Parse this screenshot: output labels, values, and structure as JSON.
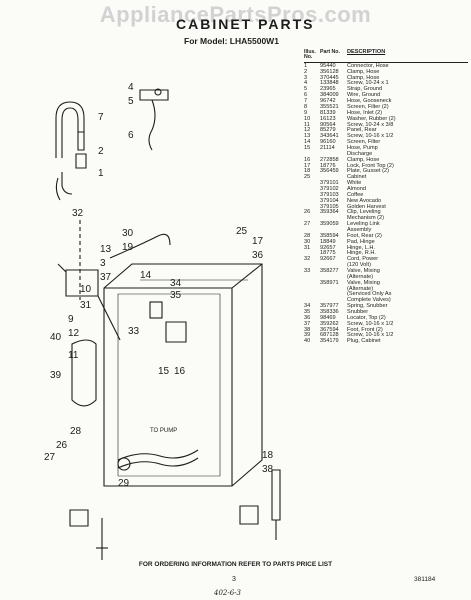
{
  "watermark": "AppliancePartsPros.com",
  "page": {
    "title": "CABINET PARTS",
    "model": "For Model: LHA5500W1",
    "footer": "FOR ORDERING INFORMATION REFER TO PARTS PRICE LIST",
    "page_number": "3",
    "doc_number": "381184",
    "handwritten": "402-6-3"
  },
  "diagram": {
    "labels": [
      "4",
      "5",
      "7",
      "6",
      "2",
      "1",
      "32",
      "30",
      "19",
      "13",
      "3",
      "37",
      "10",
      "31",
      "9",
      "12",
      "11",
      "14",
      "33",
      "34",
      "35",
      "25",
      "17",
      "36",
      "40",
      "39",
      "15",
      "16",
      "28",
      "26",
      "27",
      "29",
      "18",
      "38"
    ],
    "pump_label": "TO PUMP"
  },
  "parts_list": {
    "headers": {
      "illus": "Illus. No.",
      "part": "Part No.",
      "desc": "DESCRIPTION"
    },
    "rows": [
      {
        "n": "1",
        "p": "95440",
        "d": "Connector, Hose"
      },
      {
        "n": "2",
        "p": "356128",
        "d": "Clamp, Hose"
      },
      {
        "n": "3",
        "p": "370445",
        "d": "Clamp, Hose"
      },
      {
        "n": "4",
        "p": "133848",
        "d": "Screw, 10-24 x 1"
      },
      {
        "n": "5",
        "p": "23965",
        "d": "Strap, Ground"
      },
      {
        "n": "6",
        "p": "384009",
        "d": "Wire, Ground"
      },
      {
        "n": "7",
        "p": "96742",
        "d": "Hose, Gooseneck"
      },
      {
        "n": "8",
        "p": "355521",
        "d": "Screen, Filter (2)"
      },
      {
        "n": "9",
        "p": "81339",
        "d": "Hose, Inlet (2)"
      },
      {
        "n": "10",
        "p": "16123",
        "d": "Washer, Rubber (2)"
      },
      {
        "n": "11",
        "p": "90564",
        "d": "Screw, 10-24 x 3/8"
      },
      {
        "n": "12",
        "p": "85279",
        "d": "Panel, Rear"
      },
      {
        "n": "13",
        "p": "343641",
        "d": "Screw, 10-16 x 1/2"
      },
      {
        "n": "14",
        "p": "96160",
        "d": "Screen, Filter"
      },
      {
        "n": "15",
        "p": "21114",
        "d": "Hose, Pump"
      },
      {
        "n": "",
        "p": "",
        "d": "Discharge"
      },
      {
        "n": "16",
        "p": "272858",
        "d": "Clamp, Hose"
      },
      {
        "n": "17",
        "p": "18776",
        "d": "Lock, Front Top (2)"
      },
      {
        "n": "18",
        "p": "356459",
        "d": "Plate, Gusset (2)"
      },
      {
        "n": "25",
        "p": "",
        "d": "Cabinet"
      },
      {
        "n": "",
        "p": "379101",
        "d": "White"
      },
      {
        "n": "",
        "p": "379102",
        "d": "Almond"
      },
      {
        "n": "",
        "p": "379103",
        "d": "Coffee"
      },
      {
        "n": "",
        "p": "379104",
        "d": "New Avocado"
      },
      {
        "n": "",
        "p": "379105",
        "d": "Golden Harvest"
      },
      {
        "n": "26",
        "p": "359364",
        "d": "Clip, Leveling"
      },
      {
        "n": "",
        "p": "",
        "d": "Mechanism (2)"
      },
      {
        "n": "27",
        "p": "359059",
        "d": "Leveling Link"
      },
      {
        "n": "",
        "p": "",
        "d": "Assembly"
      },
      {
        "n": "28",
        "p": "358594",
        "d": "Foot, Rear (2)"
      },
      {
        "n": "30",
        "p": "18849",
        "d": "Pad, Hinge"
      },
      {
        "n": "31",
        "p": "92657",
        "d": "Hinge, L.H."
      },
      {
        "n": "",
        "p": "18775",
        "d": "Hinge, R.H."
      },
      {
        "n": "32",
        "p": "92667",
        "d": "Cord, Power"
      },
      {
        "n": "",
        "p": "",
        "d": "(120 Volt)"
      },
      {
        "n": "33",
        "p": "358277",
        "d": "Valve, Mixing"
      },
      {
        "n": "",
        "p": "",
        "d": "(Alternate)"
      },
      {
        "n": "",
        "p": "358971",
        "d": "Valve, Mixing"
      },
      {
        "n": "",
        "p": "",
        "d": "(Alternate)"
      },
      {
        "n": "",
        "p": "",
        "d": "(Serviced Only As"
      },
      {
        "n": "",
        "p": "",
        "d": "Complete Valves)"
      },
      {
        "n": "34",
        "p": "357977",
        "d": "Spring, Snubber"
      },
      {
        "n": "35",
        "p": "358336",
        "d": "Snubber"
      },
      {
        "n": "36",
        "p": "98469",
        "d": "Locator, Top (2)"
      },
      {
        "n": "37",
        "p": "359262",
        "d": "Screw, 10-16 x 1/2"
      },
      {
        "n": "38",
        "p": "367594",
        "d": "Foot, Front (2)"
      },
      {
        "n": "39",
        "p": "687128",
        "d": "Screw, 10-16 x 1/2"
      },
      {
        "n": "40",
        "p": "354179",
        "d": "Plug, Cabinet"
      }
    ]
  }
}
